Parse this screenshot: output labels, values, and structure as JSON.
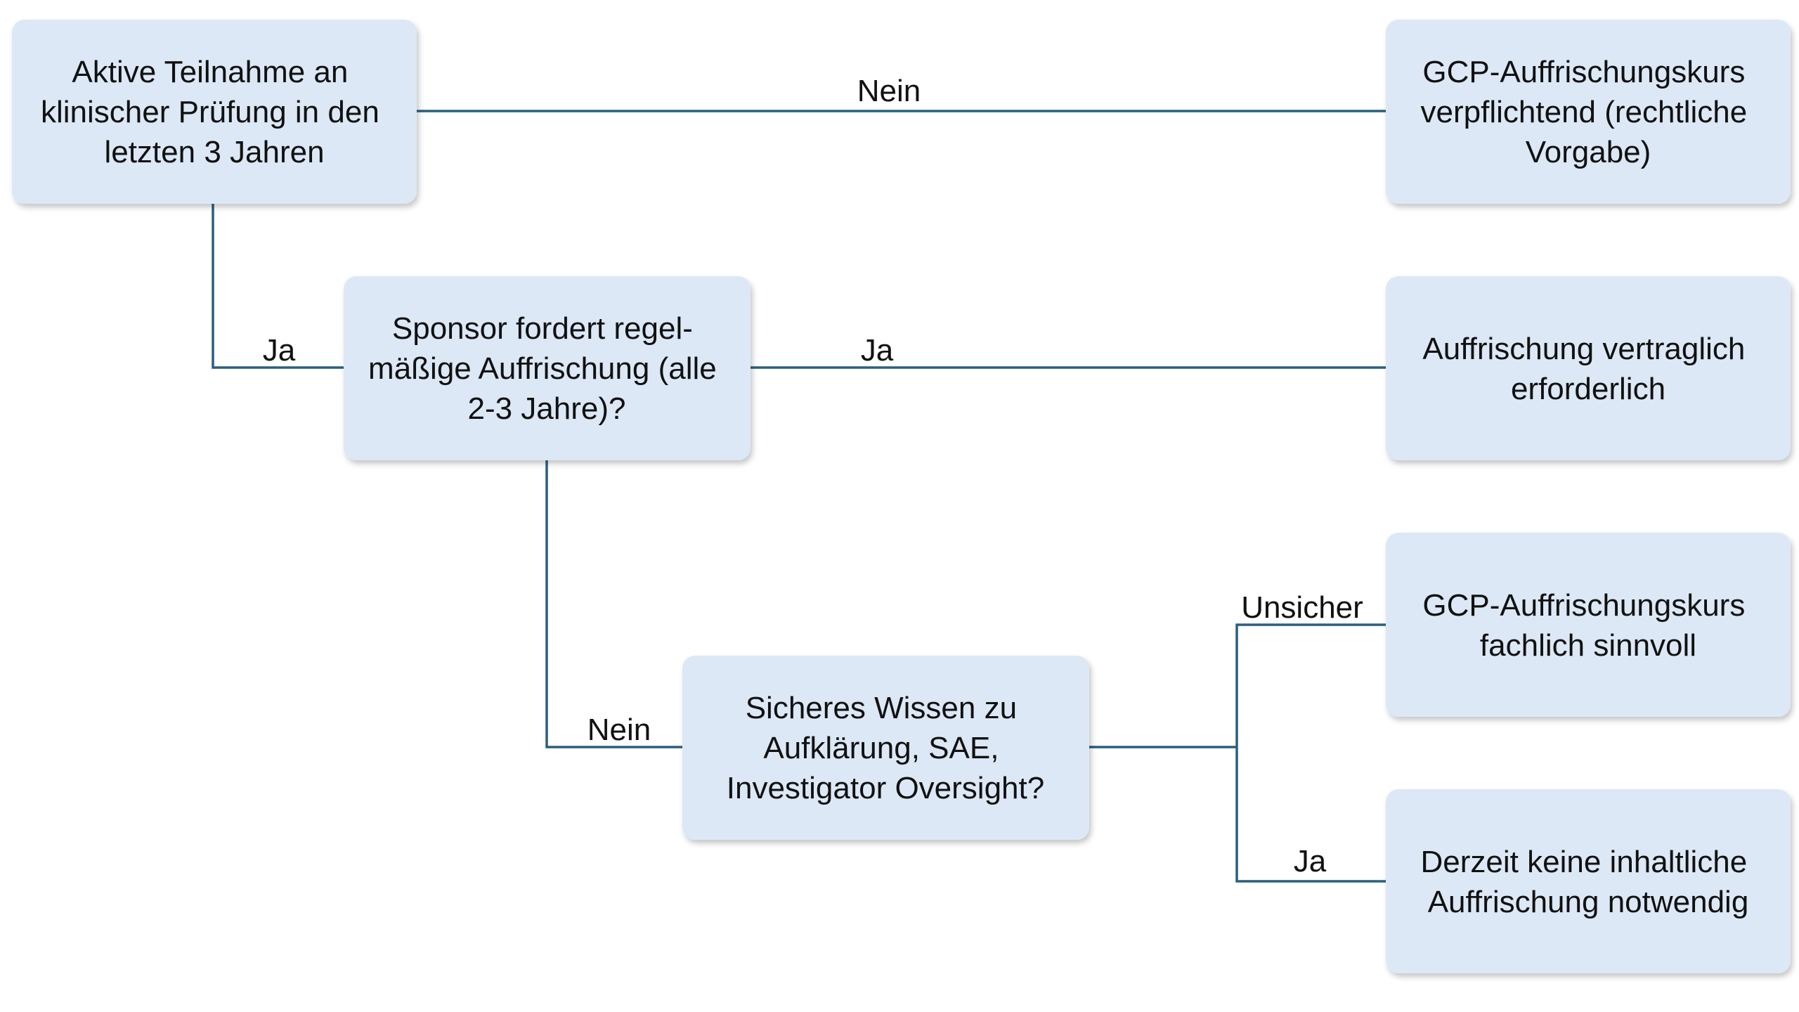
{
  "nodes": {
    "active_participation": {
      "lines": [
        "Aktive Teilnahme an",
        "klinischer Prüfung in den",
        "letzten 3 Jahren"
      ]
    },
    "sponsor_requires": {
      "lines": [
        "Sponsor fordert regel-",
        "mäßige Auffrischung (alle",
        "2-3 Jahre)?"
      ]
    },
    "secure_knowledge": {
      "lines": [
        "Sicheres Wissen zu",
        "Aufklärung, SAE,",
        "Investigator Oversight?"
      ]
    },
    "gcp_mandatory": {
      "lines": [
        "GCP-Auffrischungskurs",
        "verpflichtend (rechtliche",
        "Vorgabe)"
      ]
    },
    "contractual": {
      "lines": [
        "Auffrischung vertraglich",
        "erforderlich"
      ]
    },
    "gcp_advisable": {
      "lines": [
        "GCP-Auffrischungskurs",
        "fachlich sinnvoll"
      ]
    },
    "no_refresher": {
      "lines": [
        "Derzeit keine inhaltliche",
        "Auffrischung notwendig"
      ]
    }
  },
  "edges": {
    "active_to_mandatory": "Nein",
    "active_to_sponsor": "Ja",
    "sponsor_to_contractual": "Ja",
    "sponsor_to_knowledge": "Nein",
    "knowledge_to_advisable": "Unsicher",
    "knowledge_to_none": "Ja"
  },
  "colors": {
    "node_fill": "#dce8f5",
    "connector": "#2a5f7f",
    "text": "#111111"
  }
}
